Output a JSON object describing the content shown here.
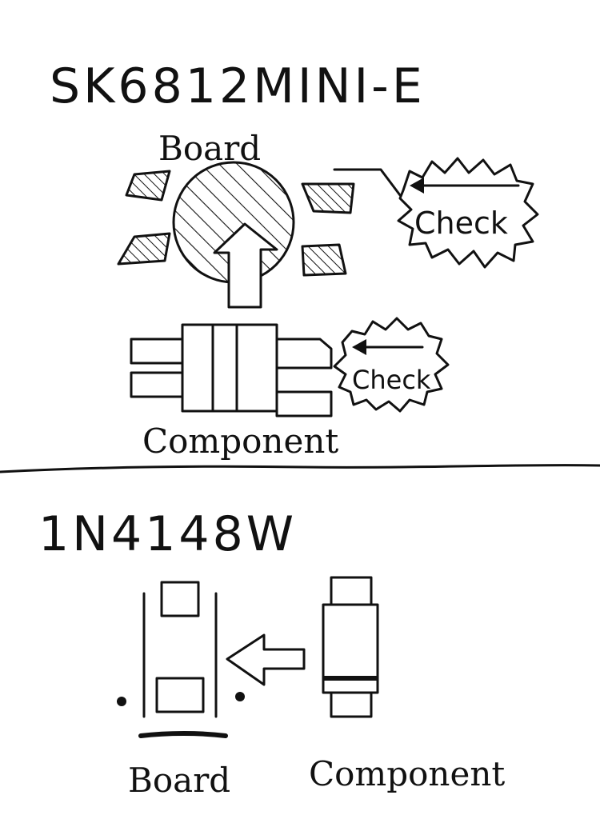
{
  "top_section": {
    "title": "SK6812MINI-E",
    "board_label": "Board",
    "component_label": "Component",
    "check_label_1": "Check",
    "check_label_2": "Check"
  },
  "bottom_section": {
    "title": "1N4148W",
    "board_label": "Board",
    "component_label": "Component"
  },
  "colors": {
    "ink": "#111111",
    "paper": "#ffffff"
  }
}
